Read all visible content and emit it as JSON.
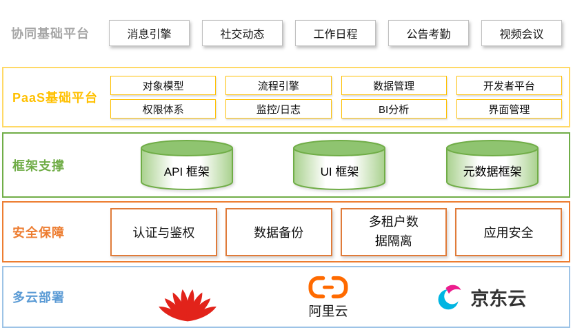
{
  "layers": {
    "collab": {
      "label": "协同基础平台",
      "items": [
        "消息引擎",
        "社交动态",
        "工作日程",
        "公告考勤",
        "视频会议"
      ]
    },
    "paas": {
      "label": "PaaS基础平台",
      "row1": [
        "对象模型",
        "流程引擎",
        "数据管理",
        "开发者平台"
      ],
      "row2": [
        "权限体系",
        "监控/日志",
        "BI分析",
        "界面管理"
      ]
    },
    "framework": {
      "label": "框架支撑",
      "items": [
        "API 框架",
        "UI 框架",
        "元数据框架"
      ]
    },
    "security": {
      "label": "安全保障",
      "items": [
        "认证与鉴权",
        "数据备份",
        "多租户数据隔离",
        "应用安全"
      ]
    },
    "cloud": {
      "label": "多云部署",
      "logos": [
        {
          "icon": "huawei-logo"
        },
        {
          "icon": "aliyun-logo",
          "text": "阿里云"
        },
        {
          "icon": "jdcloud-logo",
          "text": "京东云"
        }
      ]
    }
  },
  "colors": {
    "collab_label": "#a6a6a6",
    "collab_box_border": "#bfbfbf",
    "paas_label": "#ffc000",
    "paas_outer_border": "#ffd966",
    "framework_green": "#70ad47",
    "framework_fill": "#8fc470",
    "security_orange": "#ed7d31",
    "cloud_label_blue": "#5b9bd5",
    "cloud_border": "#9dc3e6",
    "huawei_red": "#e2231a",
    "aliyun_orange": "#ff6a00",
    "jd_cyan": "#00b5e2",
    "jd_magenta": "#ec1c8d"
  }
}
